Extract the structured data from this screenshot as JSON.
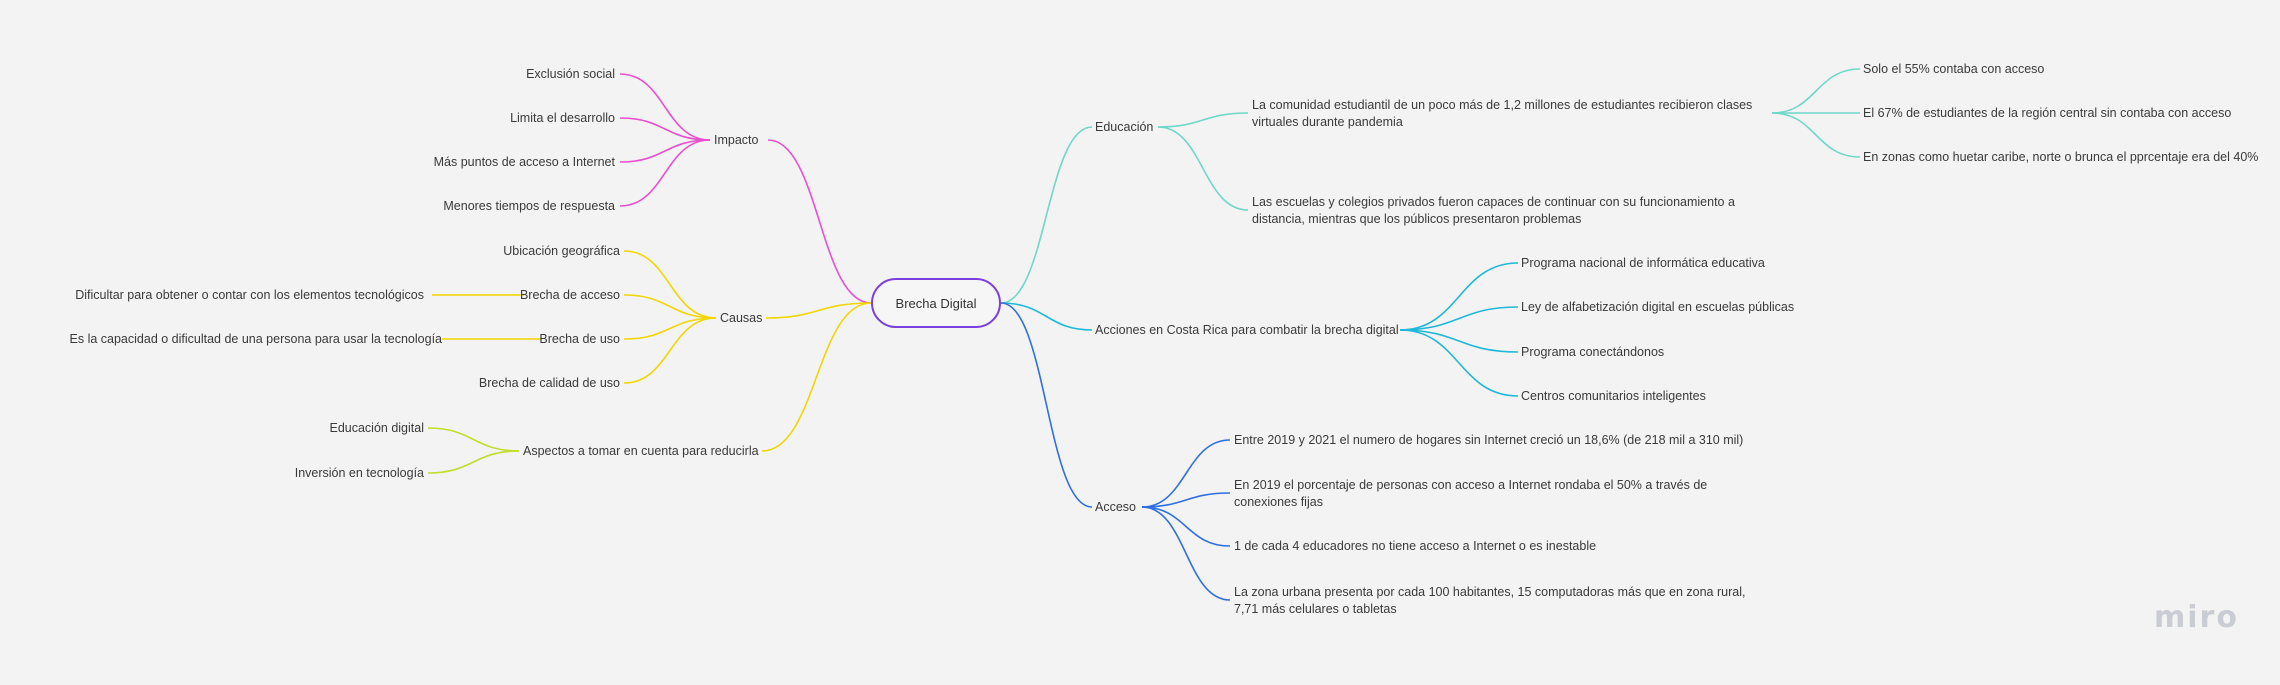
{
  "colors": {
    "impacto": "#ea4fd0",
    "causas": "#f2d600",
    "aspectos": "#c2dd2a",
    "educacion": "#6fd8c8",
    "acciones": "#1fb8d9",
    "acceso": "#2f6fe0",
    "root_border": "#7b3fe0"
  },
  "root": {
    "label": "Brecha Digital"
  },
  "impacto": {
    "label": "Impacto",
    "items": [
      "Exclusión social",
      "Limita el desarrollo",
      "Más puntos de acceso a Internet",
      "Menores tiempos de respuesta"
    ]
  },
  "causas": {
    "label": "Causas",
    "items": [
      {
        "label": "Ubicación geográfica",
        "detail": ""
      },
      {
        "label": "Brecha de acceso",
        "detail": "Dificultar para obtener o contar con los elementos tecnológicos"
      },
      {
        "label": "Brecha de uso",
        "detail": "Es la capacidad o dificultad de una persona para usar la tecnología"
      },
      {
        "label": "Brecha de calidad de uso",
        "detail": ""
      }
    ]
  },
  "aspectos": {
    "label": "Aspectos a tomar en cuenta para reducirla",
    "items": [
      "Educación digital",
      "Inversión en tecnología"
    ]
  },
  "educacion": {
    "label": "Educación",
    "comunidad": "La comunidad estudiantil de un poco más de 1,2 millones de estudiantes recibieron clases virtuales durante pandemia",
    "comunidad_items": [
      "Solo el 55% contaba con acceso",
      "El 67% de estudiantes de la región central sin contaba con acceso",
      "En zonas como huetar caribe, norte o brunca el pprcentaje era del 40%"
    ],
    "escuelas": "Las escuelas y colegios privados fueron capaces de continuar con su funcionamiento a distancia, mientras que los públicos presentaron problemas"
  },
  "acciones": {
    "label": "Acciones en Costa Rica para combatir la brecha digital",
    "items": [
      "Programa nacional de informática educativa",
      "Ley de alfabetización digital en escuelas públicas",
      "Programa conectándonos",
      "Centros comunitarios inteligentes"
    ]
  },
  "acceso": {
    "label": "Acceso",
    "items": [
      "Entre 2019 y 2021 el numero de hogares sin Internet creció un 18,6% (de 218 mil a 310 mil)",
      "En 2019 el porcentaje de personas con acceso a Internet rondaba el 50% a través de conexiones fijas",
      "1 de cada 4 educadores no tiene acceso a Internet o es inestable",
      "La zona urbana presenta por cada 100 habitantes, 15 computadoras más que en zona rural, 7,71 más celulares o tabletas"
    ]
  },
  "logo": "miro"
}
